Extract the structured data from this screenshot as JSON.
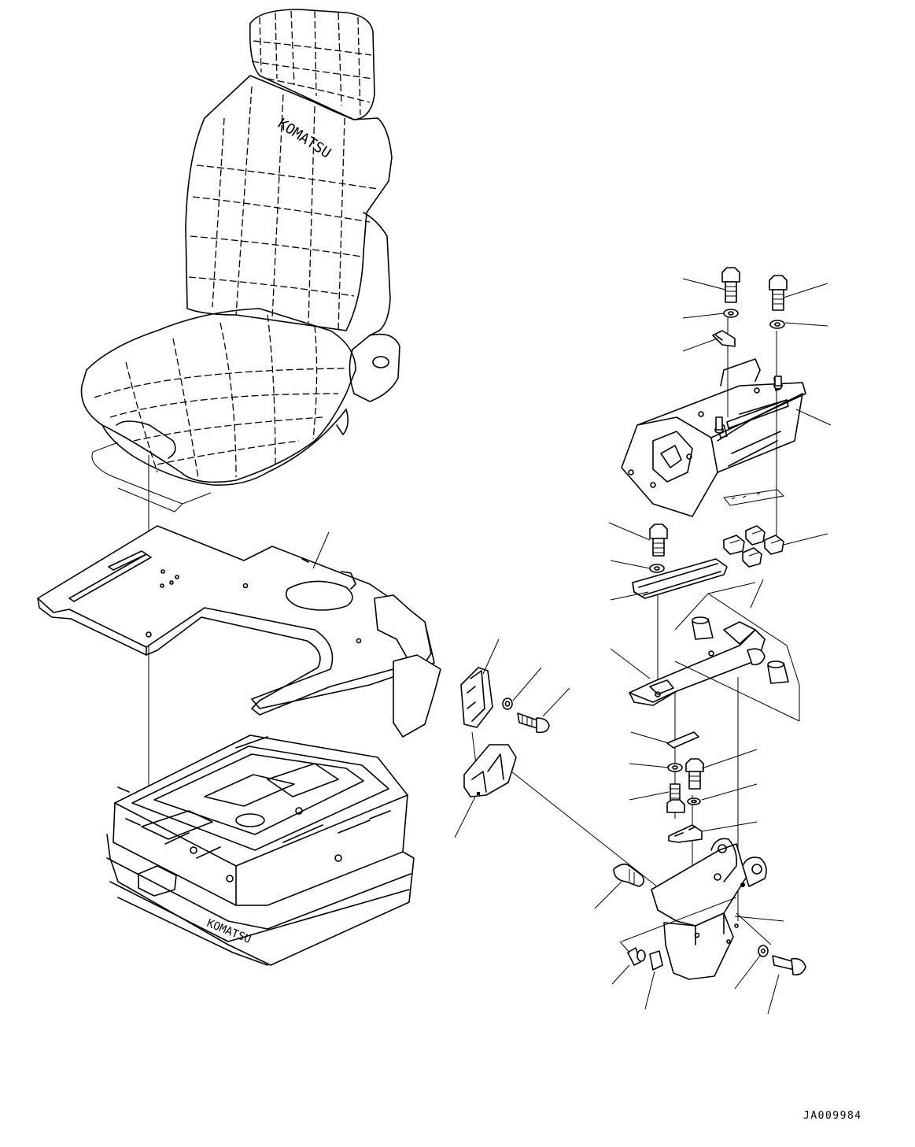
{
  "drawing": {
    "code": "JA009984",
    "seat_logo": "KOMATSU",
    "base_logo": "KOMATSU"
  }
}
